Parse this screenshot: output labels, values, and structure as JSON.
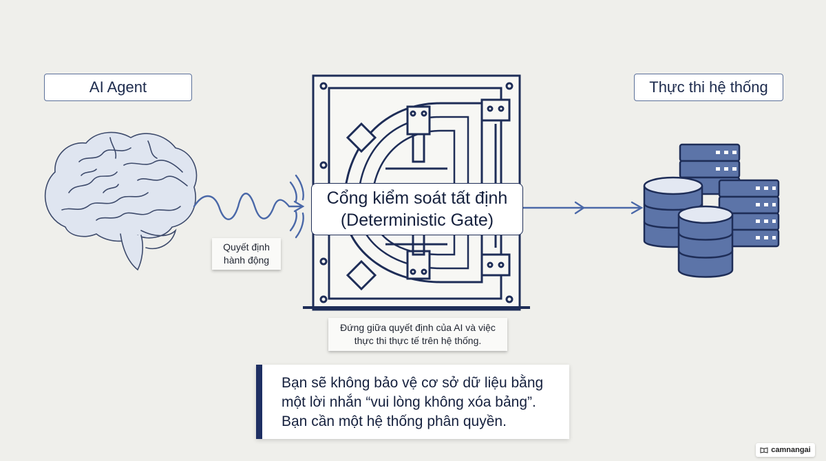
{
  "labels": {
    "agent": "AI Agent",
    "execution": "Thực thi hệ thống"
  },
  "decision_note": {
    "line1": "Quyết định",
    "line2": "hành động"
  },
  "gate": {
    "line1": "Cổng kiểm soát tất định",
    "line2": "(Deterministic Gate)"
  },
  "gate_note": {
    "line1": "Đứng giữa quyết định của AI và việc",
    "line2": "thực thi thực tế trên hệ thống."
  },
  "quote": {
    "line1": "Bạn sẽ không bảo vệ cơ sở dữ liệu bằng",
    "line2": "một lời nhắn “vui lòng không xóa bảng”.",
    "line3": "Bạn cần một hệ thống phân quyền."
  },
  "brand": "camnangai",
  "colors": {
    "accent": "#4a68a8",
    "navy": "#1e2d57",
    "background": "#efefeb"
  }
}
